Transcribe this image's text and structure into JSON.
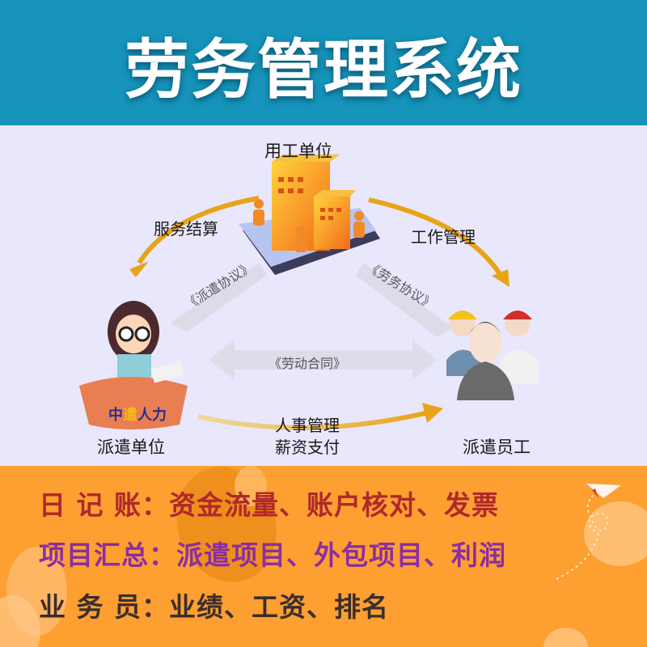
{
  "header": {
    "title": "劳务管理系统",
    "bg_color": "#1694bb"
  },
  "diagram": {
    "nodes": {
      "employer": {
        "label": "用工单位"
      },
      "dispatch_unit": {
        "label": "派遣单位",
        "logo_text_1": "中",
        "logo_text_2": "遣",
        "logo_text_3": "人力"
      },
      "dispatched_staff": {
        "label": "派遣员工"
      }
    },
    "arrows": {
      "service_settlement": "服务结算",
      "work_management": "工作管理",
      "dispatch_agreement": "《派遣协议》",
      "labor_service_agreement": "《劳务协议》",
      "labor_contract": "《劳动合同》",
      "hr_management": "人事管理",
      "salary_payment": "薪资支付"
    },
    "arrow_color": "#e8a418"
  },
  "features": {
    "line1": "日 记 账：资金流量、账户核对、发票",
    "line2": "项目汇总：派遣项目、外包项目、利润",
    "line3": "业 务 员：业绩、工资、排名",
    "colors": {
      "line1": "#b0282b",
      "line2": "#8a2fa0",
      "line3": "#3a2e2a",
      "bg": "#fd9f31"
    }
  }
}
